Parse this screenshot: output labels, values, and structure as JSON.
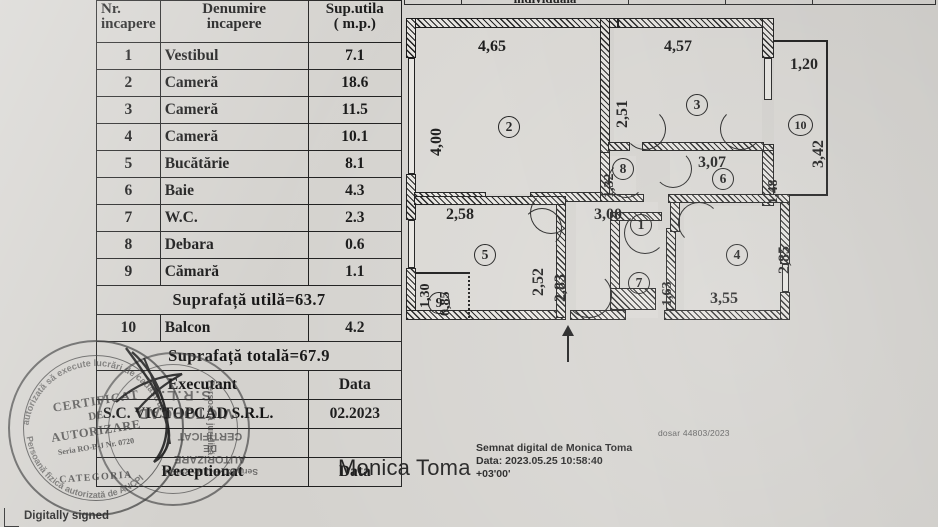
{
  "document": {
    "type": "releveu-apartament",
    "dosar": "dosar 44803/2023",
    "digitally_signed_label": "Digitally signed"
  },
  "top_table": {
    "cells": [
      "",
      "individuala",
      "",
      "",
      ""
    ]
  },
  "table": {
    "headers": {
      "nr_line1": "Nr.",
      "nr_line2": "incapere",
      "name_line1": "Denumire",
      "name_line2": "incapere",
      "sup_line1": "Sup.utila",
      "sup_line2": "( m.p.)"
    },
    "rows": [
      {
        "nr": "1",
        "name": "Vestibul",
        "sup": "7.1"
      },
      {
        "nr": "2",
        "name": "Cameră",
        "sup": "18.6"
      },
      {
        "nr": "3",
        "name": "Cameră",
        "sup": "11.5"
      },
      {
        "nr": "4",
        "name": "Cameră",
        "sup": "10.1"
      },
      {
        "nr": "5",
        "name": "Bucătărie",
        "sup": "8.1"
      },
      {
        "nr": "6",
        "name": "Baie",
        "sup": "4.3"
      },
      {
        "nr": "7",
        "name": "W.C.",
        "sup": "2.3"
      },
      {
        "nr": "8",
        "name": "Debara",
        "sup": "0.6"
      },
      {
        "nr": "9",
        "name": "Cămară",
        "sup": "1.1"
      }
    ],
    "subtotal": "Suprafață utilă=63.7",
    "balcony": {
      "nr": "10",
      "name": "Balcon",
      "sup": "4.2"
    },
    "total": "Suprafață totală=67.9",
    "footer": {
      "executant_label": "Executant",
      "data_label_1": "Data",
      "executant_value": "S.C. VICTOPCAD S.R.L.",
      "executant_date": "02.2023",
      "receptionat_label": "Receptionat",
      "data_label_2": "Data",
      "blank": ""
    }
  },
  "plan": {
    "rooms": [
      {
        "id": "1",
        "label": "1",
        "dims": [
          "3,00",
          "2,83"
        ]
      },
      {
        "id": "2",
        "label": "2",
        "dims": [
          "4,65",
          "4,00"
        ]
      },
      {
        "id": "3",
        "label": "3",
        "dims": [
          "4,57",
          "2,51"
        ]
      },
      {
        "id": "4",
        "label": "4",
        "dims": [
          "3,55",
          "2,85"
        ]
      },
      {
        "id": "5",
        "label": "5",
        "dims": [
          "2,58",
          "2,52"
        ]
      },
      {
        "id": "6",
        "label": "6",
        "dims": [
          "3,07",
          "1,48"
        ]
      },
      {
        "id": "7",
        "label": "7",
        "dims": [
          "1,63"
        ]
      },
      {
        "id": "8",
        "label": "8",
        "dims": [
          "1,32"
        ]
      },
      {
        "id": "9",
        "label": "9",
        "dims": [
          "1,30",
          "0,85"
        ]
      },
      {
        "id": "10",
        "label": "10",
        "dims": [
          "1,20",
          "3,42"
        ]
      }
    ],
    "dimensions": {
      "d_465": "4,65",
      "d_400": "4,00",
      "d_457": "4,57",
      "d_251": "2,51",
      "d_120": "1,20",
      "d_342": "3,42",
      "d_307": "3,07",
      "d_148": "1,48",
      "d_132": "1,32",
      "d_258": "2,58",
      "d_252": "2,52",
      "d_283": "2,83",
      "d_300": "3,00",
      "d_130": "1,30",
      "d_085": "0,85",
      "d_163": "1,63",
      "d_355": "3,55",
      "d_285": "2,85"
    },
    "entrance_marker": "entrance-arrow"
  },
  "signature": {
    "name": "Monica Toma",
    "meta": "Semnat digital de Monica Toma\nData: 2023.05.25 10:58:40\n+03'00'"
  },
  "stamp": {
    "line1": "CERTIFICAT",
    "line2": "DE",
    "line3": "AUTORIZARE",
    "line4": "Seria RO-B-J Nr. 0720",
    "arc_top": "autorizată să execute lucrări de cadastru",
    "arc_bottom": "Persoană fizică autorizată de ANCPI",
    "category": "CATEGORIA",
    "company_rot": "VICTOPCAD",
    "company_rot2": "S.R.L.",
    "legal_rot": "Persoană juridică",
    "seria_rot": "Seria RO-B-J Nr. 2519/A",
    "cert_rot1": "CERTIFICAT",
    "cert_rot2": "DE",
    "cert_rot3": "AUTORIZARE"
  }
}
